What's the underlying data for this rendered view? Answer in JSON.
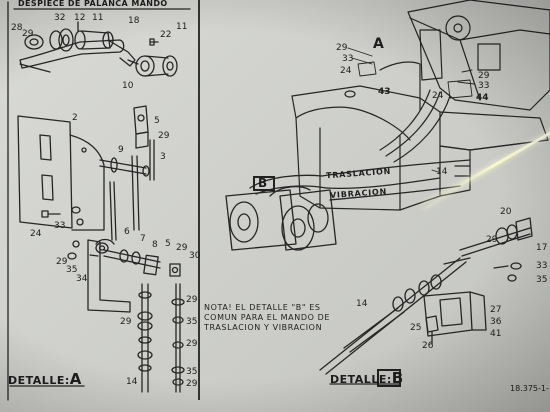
{
  "header": {
    "title": "DESPIECE DE PALANCA MANDO"
  },
  "detail_a": {
    "prefix": "DETALLE:",
    "letter": "A"
  },
  "detail_b": {
    "prefix": "DETALLE:",
    "letter": "B"
  },
  "callouts_a": {
    "c28": "28",
    "c29a": "29",
    "c32": "32",
    "c12": "12",
    "c11a": "11",
    "c18": "18",
    "c22": "22",
    "c11b": "11",
    "c10": "10",
    "c2": "2",
    "c9": "9",
    "c3": "3",
    "c5a": "5",
    "c29b": "29",
    "c24": "24",
    "c33": "33",
    "c29c": "29",
    "c35a": "35",
    "c34": "34",
    "c7": "7",
    "c6": "6",
    "c8": "8",
    "c5b": "5",
    "c29d": "29",
    "c30": "30",
    "c29e": "29",
    "c29f": "29",
    "c35b": "35",
    "c29g": "29",
    "c35c": "35",
    "c14": "14",
    "c29h": "29"
  },
  "callouts_main": {
    "c29a": "29",
    "c33a": "33",
    "c24a": "24",
    "c43": "43",
    "c24b": "24",
    "c29b": "29",
    "c33b": "33",
    "c44": "44",
    "c14a": "14",
    "cA": "A",
    "cB": "B"
  },
  "callouts_b": {
    "c20": "20",
    "c29": "29",
    "c17": "17",
    "c33": "33",
    "c35": "35",
    "c14": "14",
    "c25": "25",
    "c26": "26",
    "c27": "27",
    "c36": "36",
    "c41": "41"
  },
  "flow_labels": {
    "traslacion": "TRASLACION",
    "vibracion": "VIBRACION"
  },
  "note": {
    "line1": "NOTA! EL DETALLE \"B\" ES",
    "line2": "COMUN PARA EL MANDO DE",
    "line3": "TRASLACION Y VIBRACION"
  },
  "ref": {
    "code": "18.375-1-"
  }
}
